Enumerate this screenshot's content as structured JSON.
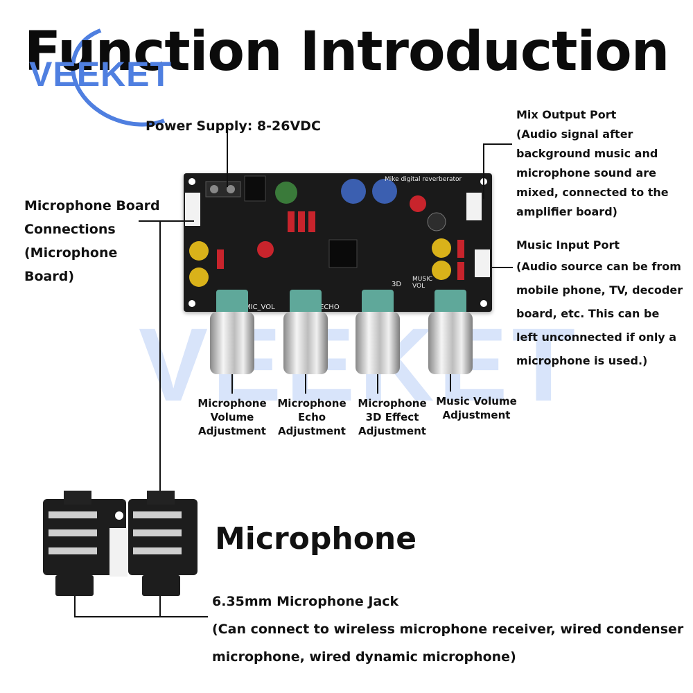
{
  "title": "Function Introduction",
  "brand": "VEEKET",
  "watermark": "VEEKET",
  "labels": {
    "power": "Power Supply: 8-26VDC",
    "mic_board": [
      "Microphone Board",
      "Connections",
      "(Microphone",
      "Board)"
    ],
    "mix_output": [
      "Mix Output Port",
      "(Audio signal after",
      "background music and",
      "microphone sound are",
      "mixed, connected to the",
      "amplifier board)"
    ],
    "music_input": [
      "Music Input Port",
      "(Audio source can be from",
      "mobile phone, TV, decoder",
      "board, etc. This can be",
      "left unconnected if only a",
      "microphone is used.)"
    ]
  },
  "knobs": [
    {
      "lines": [
        "Microphone",
        "Volume",
        "Adjustment"
      ]
    },
    {
      "lines": [
        "Microphone",
        "Echo",
        "Adjustment"
      ]
    },
    {
      "lines": [
        "Microphone",
        "3D Effect",
        "Adjustment"
      ]
    },
    {
      "lines": [
        "Music Volume",
        "Adjustment"
      ]
    }
  ],
  "board_text": {
    "model": "Mike digital reverberator",
    "mic_vol": "MIC_VOL",
    "echo": "ECHO",
    "three_d": "3D",
    "music_vol": "MUSIC VOL"
  },
  "microphone_heading": "Microphone",
  "jack": {
    "title": "6.35mm Microphone Jack",
    "desc": [
      "(Can connect to wireless microphone receiver, wired condenser",
      "microphone, wired dynamic microphone)"
    ]
  },
  "colors": {
    "brand": "#4f7fe0",
    "watermark": "#d8e4fa",
    "board": "#1a1a1a",
    "knob_cap": "#5fa89a"
  }
}
